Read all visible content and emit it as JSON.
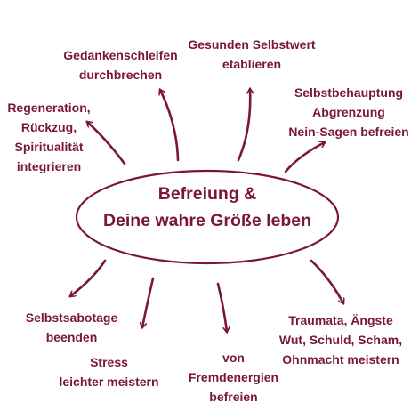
{
  "center": {
    "line1": "Befreiung &",
    "line2": "Deine wahre Größe leben"
  },
  "branches": {
    "gedanken": [
      "Gedankenschleifen",
      "durchbrechen"
    ],
    "selbstwert": [
      "Gesunden Selbstwert",
      "etablieren"
    ],
    "selbstbehauptung": [
      "Selbstbehauptung",
      "Abgrenzung",
      "Nein-Sagen befreien"
    ],
    "regeneration": [
      "Regeneration,",
      "Rückzug,",
      "Spiritualität",
      "integrieren"
    ],
    "selbstsabotage": [
      "Selbstsabotage",
      "beenden"
    ],
    "stress": [
      "Stress",
      "leichter meistern"
    ],
    "fremdenergien": [
      "von",
      "Fremdenergien",
      "befreien"
    ],
    "traumata": [
      "Traumata, Ängste",
      "Wut, Schuld, Scham,",
      "Ohnmacht meistern"
    ]
  },
  "colors": {
    "accent": "#7a1738",
    "background": "#ffffff"
  }
}
